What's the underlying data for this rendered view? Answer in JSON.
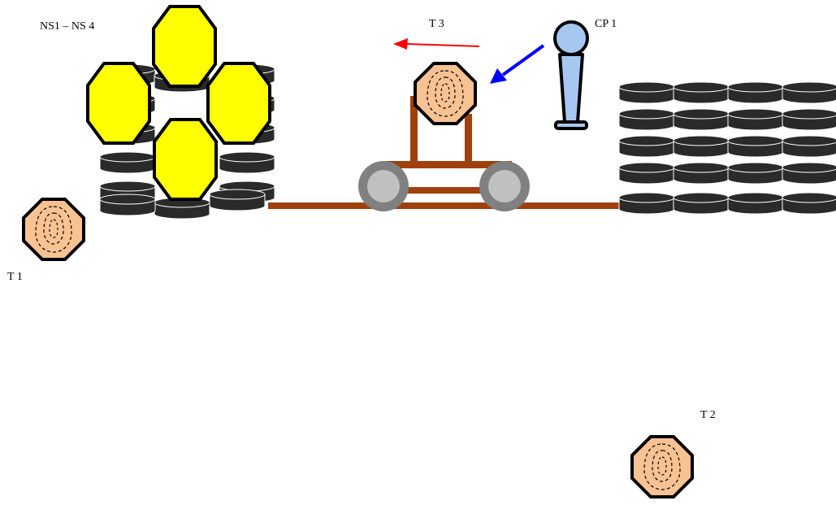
{
  "labels": {
    "ns_group": "NS1 – NS 4",
    "t3": "T 3",
    "cp1": "CP 1",
    "t1": "T 1",
    "t2": "T 2"
  },
  "colors": {
    "tire": "#2a2a2a",
    "tire_outline": "#ffffff",
    "ns_target": "#ffff00",
    "paper_target": "#f9c293",
    "rail": "#a0410d",
    "wheel_outer": "#808080",
    "wheel_inner": "#c0c0c0",
    "popper": "#a6c8f0",
    "arrow_red": "#ff0000",
    "arrow_blue": "#0000ff"
  },
  "icons": {
    "no_shoot": "octagon-yellow-icon",
    "paper_target": "octagon-paper-target-icon",
    "popper": "steel-popper-icon",
    "tire": "tire-icon",
    "wheel": "wheel-icon"
  }
}
